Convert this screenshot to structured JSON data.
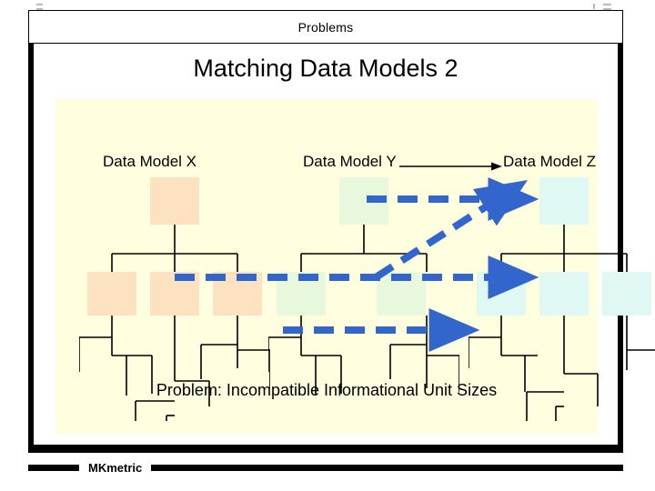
{
  "header": {
    "title": "Problems"
  },
  "slide": {
    "title": "Matching Data Models  2",
    "caption": "Problem: Incompatible Informational Unit Sizes"
  },
  "models": [
    {
      "id": "x",
      "label": "Data Model X",
      "box_color": "#FCE2C0"
    },
    {
      "id": "y",
      "label": "Data Model Y",
      "box_color": "#E8F8DC"
    },
    {
      "id": "z",
      "label": "Data Model Z",
      "box_color": "#E0F8F4"
    }
  ],
  "icons": {
    "label_connector": "right-arrow-icon",
    "mapping_arrow": "dashed-right-arrow-icon"
  },
  "mapping_arrows": [
    {
      "from": "model-y-root",
      "to": "model-z-root",
      "style": "dashed",
      "color": "#3366CC"
    },
    {
      "from": "model-y-child",
      "to": "model-z-child",
      "style": "dashed",
      "color": "#3366CC"
    },
    {
      "from": "model-y-leaf",
      "to": "model-z-leaf",
      "style": "dashed",
      "color": "#3366CC"
    },
    {
      "from": "model-y-mid",
      "to": "model-z-root",
      "style": "dashed",
      "color": "#3366CC"
    }
  ],
  "footer": {
    "brand": "MKmetric"
  },
  "colors": {
    "panel_background": "#FFFFE0",
    "frame": "#000000",
    "arrow_blue": "#3366CC",
    "tree_line": "#000000"
  }
}
